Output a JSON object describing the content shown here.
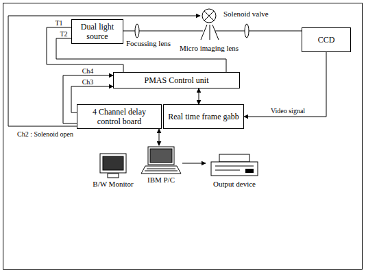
{
  "diagram": {
    "nodes": [
      {
        "text": [
          "Solenoid valve"
        ]
      },
      {
        "text": [
          "Dual light source"
        ]
      },
      {
        "text": [
          "CCD"
        ]
      },
      {
        "text": [
          "PMAS Control unit"
        ]
      },
      {
        "text": [
          "4 Channel delay control board"
        ]
      },
      {
        "text": [
          "Real time frame gabb"
        ]
      },
      {
        "text": [
          "B/W Monitor"
        ]
      },
      {
        "text": [
          "IBM P/C"
        ]
      },
      {
        "text": [
          "Output device"
        ]
      }
    ],
    "edges": [
      {
        "from": 3,
        "to": 1,
        "arrow": "none",
        "label": "T1"
      },
      {
        "from": 3,
        "to": 1,
        "arrow": "none",
        "label": "T2"
      },
      {
        "from": 4,
        "to": 3,
        "arrow": "to",
        "label": "Ch4"
      },
      {
        "from": 4,
        "to": 3,
        "arrow": "to",
        "label": "Ch3"
      },
      {
        "from": 4,
        "to": 0,
        "arrow": "to",
        "label": "Ch2 : Solenoid open"
      },
      {
        "from": 2,
        "to": 5,
        "arrow": "to",
        "label": "Video signal"
      },
      {
        "from": 3,
        "to": 5,
        "arrow": "both"
      },
      {
        "from": 4,
        "to": 7,
        "arrow": "both"
      },
      {
        "from": 7,
        "to": 8,
        "arrow": "to"
      }
    ],
    "labels": [
      "Focussing lens",
      "Micro imaging lens"
    ]
  }
}
